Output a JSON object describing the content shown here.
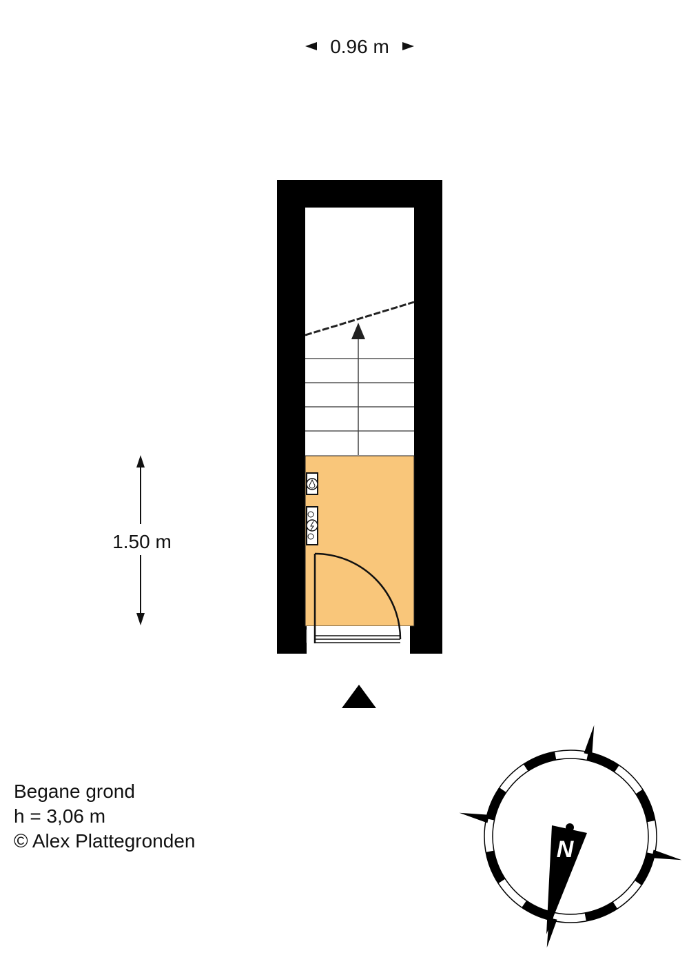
{
  "dimensions": {
    "width_label": "0.96 m",
    "depth_label": "1.50 m"
  },
  "floor": {
    "name": "Begane grond",
    "height": "h = 3,06 m",
    "copyright": "© Alex Plattegronden"
  },
  "colors": {
    "wall": "#000000",
    "room_fill": "#F9C67A",
    "background": "#FFFFFF"
  },
  "icons": [
    "entrance-arrow-icon",
    "compass-icon",
    "water-meter-icon",
    "electric-meter-icon",
    "stairs-arrow-icon"
  ],
  "compass": {
    "north_label": "N"
  }
}
